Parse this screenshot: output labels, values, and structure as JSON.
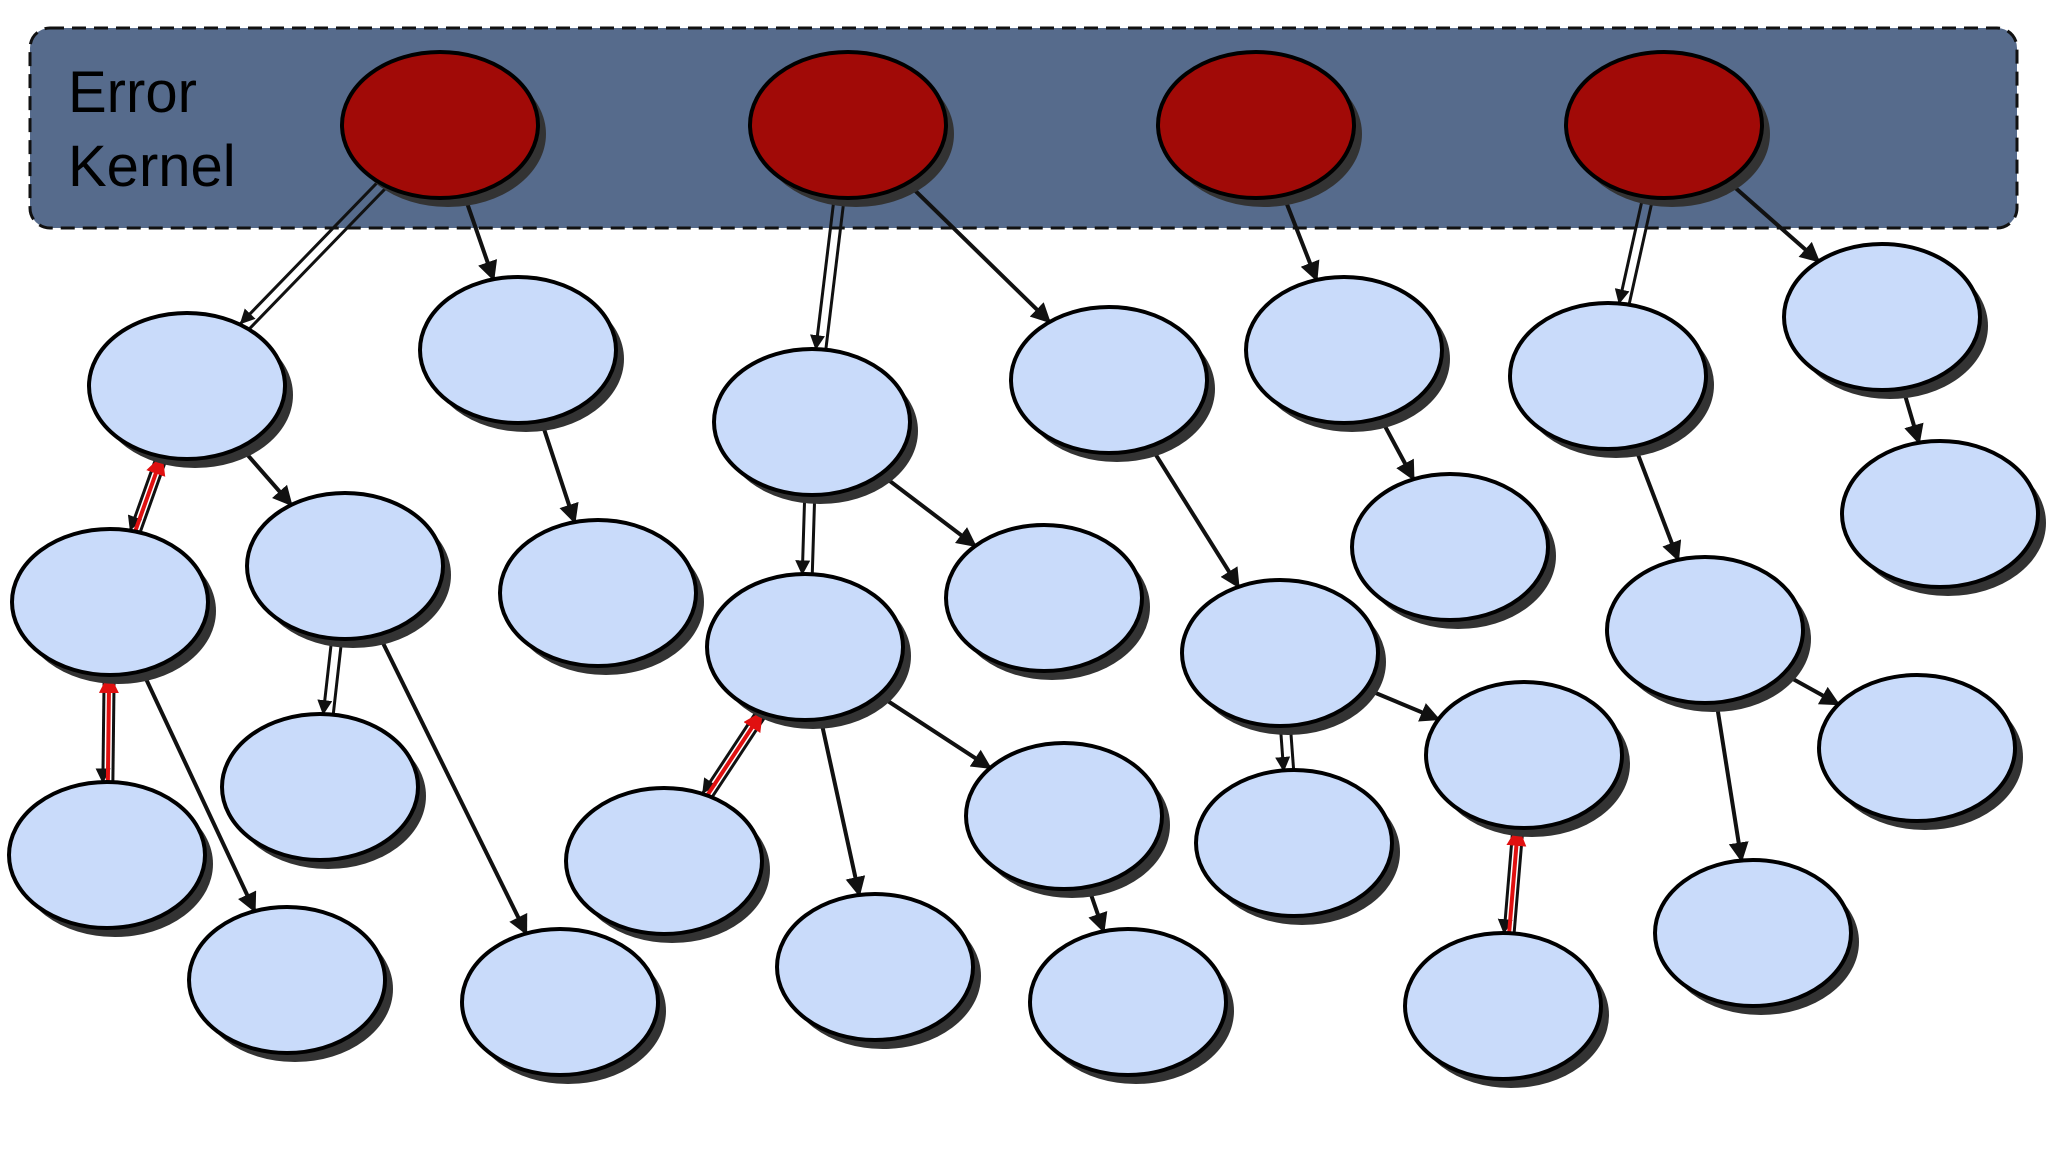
{
  "error_kernel": {
    "label_line1": "Error",
    "label_line2": "Kernel"
  },
  "colors": {
    "kernel_band": "#566b8c",
    "kernel_node": "#a10a07",
    "worker_node": "#c9dbfa",
    "node_outline": "#000000",
    "link": "#111111",
    "error_signal": "#e01010"
  },
  "nodes": {
    "kernel": [
      "k1",
      "k2",
      "k3",
      "k4"
    ],
    "workers": [
      "w1",
      "w2",
      "w3",
      "w4",
      "w5",
      "w6",
      "w7",
      "w8",
      "w9",
      "w10",
      "w11",
      "w12",
      "w13",
      "w14",
      "w15",
      "w16",
      "w17",
      "w18",
      "w19",
      "w20",
      "w21",
      "w22",
      "w23",
      "w24",
      "w25",
      "w26",
      "w27",
      "w28",
      "w29",
      "w30"
    ]
  },
  "links": [
    {
      "from": "k1",
      "to": "w1",
      "style": "double"
    },
    {
      "from": "k1",
      "to": "w2",
      "style": "single"
    },
    {
      "from": "k2",
      "to": "w3",
      "style": "double"
    },
    {
      "from": "k2",
      "to": "w4",
      "style": "single"
    },
    {
      "from": "k3",
      "to": "w5",
      "style": "single"
    },
    {
      "from": "k4",
      "to": "w6",
      "style": "double"
    },
    {
      "from": "k4",
      "to": "w7",
      "style": "single"
    },
    {
      "from": "w1",
      "to": "w8",
      "style": "double"
    },
    {
      "from": "w1",
      "to": "w9",
      "style": "single"
    },
    {
      "from": "w2",
      "to": "w10",
      "style": "single"
    },
    {
      "from": "w3",
      "to": "w11",
      "style": "double"
    },
    {
      "from": "w3",
      "to": "w12",
      "style": "single"
    },
    {
      "from": "w4",
      "to": "w13",
      "style": "single"
    },
    {
      "from": "w5",
      "to": "w14",
      "style": "single"
    },
    {
      "from": "w6",
      "to": "w15",
      "style": "single"
    },
    {
      "from": "w7",
      "to": "w16",
      "style": "single"
    },
    {
      "from": "w8",
      "to": "w17",
      "style": "double"
    },
    {
      "from": "w8",
      "to": "w18",
      "style": "single"
    },
    {
      "from": "w9",
      "to": "w19",
      "style": "double"
    },
    {
      "from": "w9",
      "to": "w20",
      "style": "single"
    },
    {
      "from": "w11",
      "to": "w21",
      "style": "double"
    },
    {
      "from": "w11",
      "to": "w22",
      "style": "single"
    },
    {
      "from": "w11",
      "to": "w23",
      "style": "single"
    },
    {
      "from": "w13",
      "to": "w24",
      "style": "double"
    },
    {
      "from": "w13",
      "to": "w25",
      "style": "single"
    },
    {
      "from": "w15",
      "to": "w26",
      "style": "single"
    },
    {
      "from": "w15",
      "to": "w27",
      "style": "single"
    },
    {
      "from": "w23",
      "to": "w28",
      "style": "single"
    },
    {
      "from": "w25",
      "to": "w29",
      "style": "double"
    },
    {
      "from": "w17",
      "to": "w8",
      "style": "error"
    },
    {
      "from": "w8",
      "to": "w1",
      "style": "error"
    },
    {
      "from": "w21",
      "to": "w11",
      "style": "error"
    },
    {
      "from": "w29",
      "to": "w25",
      "style": "error"
    }
  ]
}
